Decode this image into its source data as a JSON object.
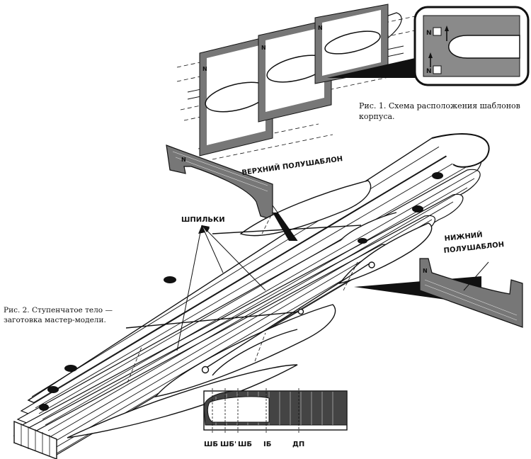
{
  "fig1": {
    "caption_line1": "Рис. 1. Схема расположения шаблонов",
    "caption_line2": "корпуса.",
    "marks": [
      "N",
      "N"
    ]
  },
  "fig2": {
    "caption_line1": "Рис. 2. Ступенчатое тело —",
    "caption_line2": "заготовка мастер-модели."
  },
  "labels": {
    "upper_half_template": "ВЕРХНИЙ ПОЛУШАБЛОН",
    "lower_half_template_1": "НИЖНИЙ",
    "lower_half_template_2": "ПОЛУШАБЛОН",
    "pins": "ШПИЛЬКИ"
  },
  "stations": {
    "st1": "ШБ",
    "st2": "ШБ'",
    "st3": "ШБ",
    "st4": "IБ",
    "st5": "ДП"
  }
}
